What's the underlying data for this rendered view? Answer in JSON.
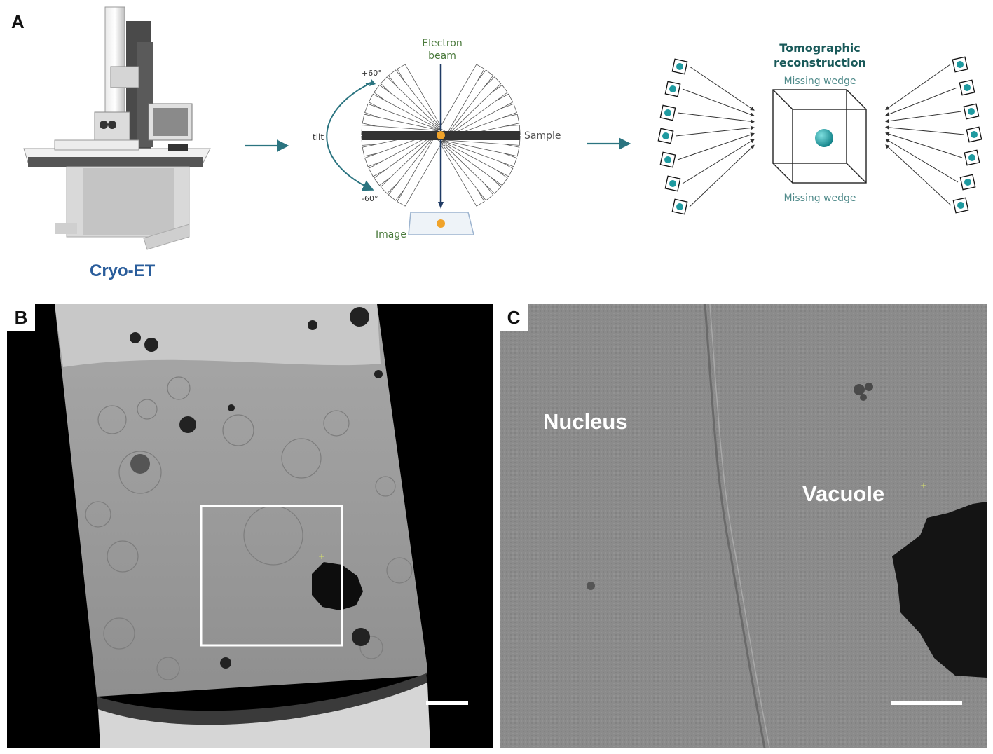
{
  "panels": {
    "a": {
      "letter": "A",
      "microscope_label": "Cryo-ET",
      "tilt": {
        "beam_label_1": "Electron",
        "beam_label_2": "beam",
        "angle_top": "+60°",
        "angle_bottom": "-60°",
        "tilt_label": "tilt",
        "sample_label": "Sample",
        "image_label": "Image"
      },
      "reconstruction": {
        "title_1": "Tomographic",
        "title_2": "reconstruction",
        "wedge_top": "Missing wedge",
        "wedge_bottom": "Missing wedge"
      }
    },
    "b": {
      "letter": "B"
    },
    "c": {
      "letter": "C",
      "nucleus_label": "Nucleus",
      "vacuole_label": "Vacuole"
    }
  },
  "colors": {
    "teal": "#1f9aa0",
    "arrow_teal": "#2b7480",
    "label_green": "#4a7a3c",
    "cryo_blue": "#2a5d9b",
    "orange": "#f0a32a",
    "beam_navy": "#1f3a64"
  }
}
